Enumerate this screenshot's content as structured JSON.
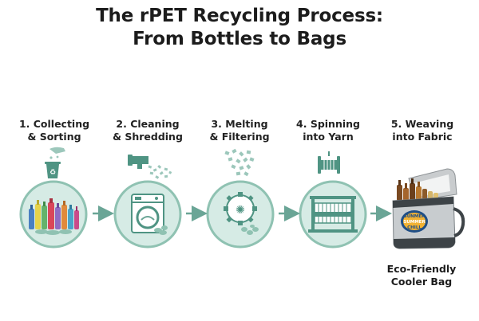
{
  "title": {
    "line1": "The rPET Recycling Process:",
    "line2": "From Bottles to Bags"
  },
  "steps": [
    {
      "line1": "1. Collecting",
      "line2": "& Sorting",
      "icon": "recycle-bin-icon",
      "illustration": "plastic-bottles"
    },
    {
      "line1": "2. Cleaning",
      "line2": "& Shredding",
      "icon": "shredder-flakes-icon",
      "illustration": "washing-machine"
    },
    {
      "line1": "3. Melting",
      "line2": "& Filtering",
      "icon": "plastic-flakes-icon",
      "illustration": "melting-filter"
    },
    {
      "line1": "4. Spinning",
      "line2": "into Yarn",
      "icon": "yarn-spool-icon",
      "illustration": "loom"
    },
    {
      "line1": "5. Weaving",
      "line2": "into Fabric",
      "icon": "none",
      "illustration": "cooler-bag"
    }
  ],
  "product": {
    "line1": "Eco-Friendly",
    "line2": "Cooler Bag",
    "logo_text_1": "SUNMER",
    "logo_text_2": "SUMMER",
    "logo_text_3": "CHILL"
  },
  "colors": {
    "circle_fill": "#d6ebe5",
    "circle_stroke": "#8fc2b2",
    "line_art": "#4f9483",
    "arrow": "#6aa596",
    "text": "#1c1c1c"
  }
}
